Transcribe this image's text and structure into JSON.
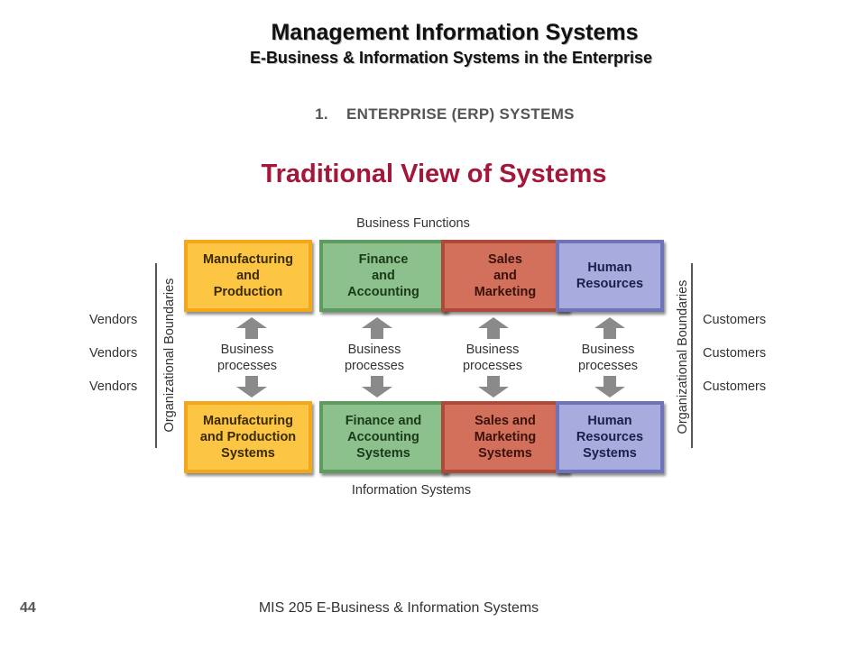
{
  "header": {
    "title": "Management Information Systems",
    "subtitle": "E-Business & Information Systems in the Enterprise",
    "section": "1.    ENTERPRISE (ERP) SYSTEMS",
    "slide_title": "Traditional View of Systems"
  },
  "diagram": {
    "top_label": "Business Functions",
    "bottom_label": "Information Systems",
    "left_boundary": "Organizational Boundaries",
    "right_boundary": "Organizational Boundaries",
    "vendors": [
      "Vendors",
      "Vendors",
      "Vendors"
    ],
    "customers": [
      "Customers",
      "Customers",
      "Customers"
    ],
    "functions": [
      "Manufacturing\nand\nProduction",
      "Finance\nand\nAccounting",
      "Sales\nand\nMarketing",
      "Human\nResources"
    ],
    "systems": [
      "Manufacturing\nand Production\nSystems",
      "Finance and\nAccounting\nSystems",
      "Sales and\nMarketing\nSystems",
      "Human\nResources\nSystems"
    ],
    "processes": [
      "Business\nprocesses",
      "Business\nprocesses",
      "Business\nprocesses",
      "Business\nprocesses"
    ],
    "colors": {
      "manufacturing": "#fcc644",
      "finance": "#8cc08c",
      "sales": "#d3705c",
      "hr": "#a7abde",
      "arrow": "#8a8a8a"
    }
  },
  "footer": {
    "page_number": "44",
    "course": "MIS 205 E-Business & Information Systems"
  }
}
